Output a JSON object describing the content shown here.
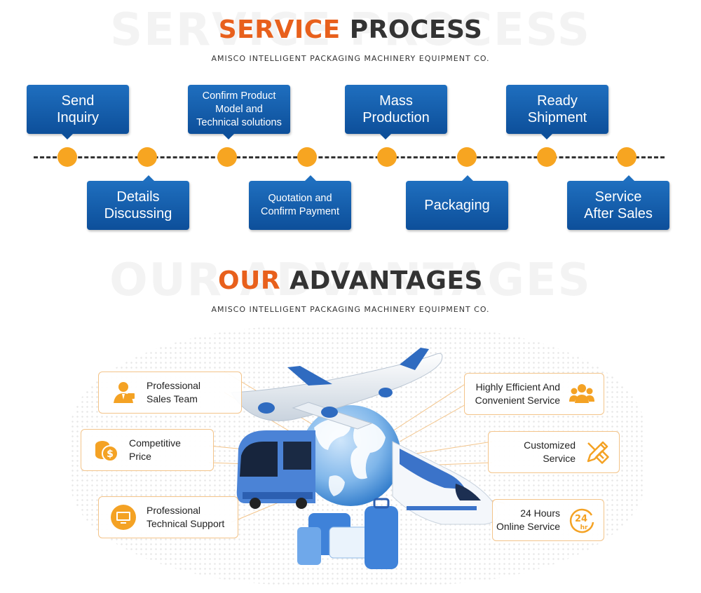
{
  "service": {
    "ghost": "SERVICE PROCESS",
    "title_accent": "SERVICE",
    "title_rest": "PROCESS",
    "subtitle": "AMISCO INTELLIGENT PACKAGING MACHINERY EQUIPMENT CO.",
    "steps": [
      {
        "line1": "Send",
        "line2": "Inquiry",
        "line3": ""
      },
      {
        "line1": "Details",
        "line2": "Discussing",
        "line3": ""
      },
      {
        "line1": "Confirm Product",
        "line2": "Model and",
        "line3": "Technical solutions"
      },
      {
        "line1": "Quotation and",
        "line2": "Confirm Payment",
        "line3": ""
      },
      {
        "line1": "Mass",
        "line2": "Production",
        "line3": ""
      },
      {
        "line1": "Packaging",
        "line2": "",
        "line3": ""
      },
      {
        "line1": "Ready",
        "line2": "Shipment",
        "line3": ""
      },
      {
        "line1": "Service",
        "line2": "After Sales",
        "line3": ""
      }
    ]
  },
  "advantages": {
    "ghost": "OUR ADVANTAGES",
    "title_accent": "OUR",
    "title_rest": "ADVANTAGES",
    "subtitle": "AMISCO INTELLIGENT PACKAGING MACHINERY EQUIPMENT CO.",
    "items": [
      {
        "line1": "Professional",
        "line2": "Sales Team",
        "icon": "sales-person-icon"
      },
      {
        "line1": "Competitive",
        "line2": "Price",
        "icon": "coins-icon"
      },
      {
        "line1": "Professional",
        "line2": "Technical Support",
        "icon": "monitor-icon"
      },
      {
        "line1": "Highly Efficient And",
        "line2": "Convenient Service",
        "icon": "team-icon"
      },
      {
        "line1": "Customized",
        "line2": "Service",
        "icon": "pencil-ruler-icon"
      },
      {
        "line1": "24 Hours",
        "line2": "Online Service",
        "icon": "clock-24hr-icon"
      }
    ],
    "icon_24_top": "24",
    "icon_24_bottom": "hr"
  },
  "colors": {
    "accent_orange": "#e8601c",
    "box_blue": "#0d4f9a",
    "dot_orange": "#f7a521",
    "icon_orange": "#f4a224",
    "border_orange": "#f3c48a"
  }
}
